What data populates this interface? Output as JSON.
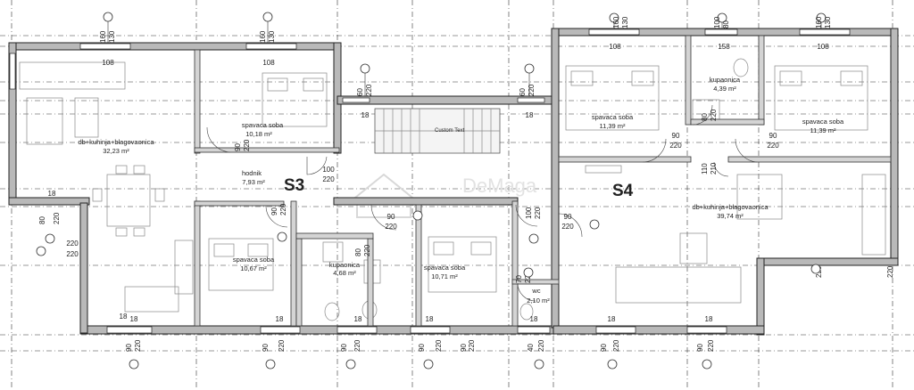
{
  "units": {
    "s3": "S3",
    "s4": "S4"
  },
  "watermark": "DeMaga",
  "stair_note": "Custom Text",
  "rooms": {
    "s3_living": {
      "name": "db+kuhinja+blagovaonica",
      "area": "32,23 m²"
    },
    "s3_bed1": {
      "name": "spavaca soba",
      "area": "10,18 m²"
    },
    "s3_hall": {
      "name": "hodnik",
      "area": "7,93 m²"
    },
    "s3_bed2": {
      "name": "spavaca soba",
      "area": "10,67 m²"
    },
    "s3_bath": {
      "name": "kupaonica",
      "area": "4,68 m²"
    },
    "s3_bed3": {
      "name": "spavaca soba",
      "area": "10,71 m²"
    },
    "s4_wc": {
      "name": "wc",
      "area": "2,10 m²"
    },
    "s4_bed1": {
      "name": "spavaca soba",
      "area": "11,39 m²"
    },
    "s4_bath": {
      "name": "kupaonica",
      "area": "4,39 m²"
    },
    "s4_bed2": {
      "name": "spavaca soba",
      "area": "11,39 m²"
    },
    "s4_living": {
      "name": "db+kuhinja+blagovaonica",
      "area": "39,74 m²"
    }
  },
  "dims": {
    "top_win1_a": "160",
    "top_win1_b": "130",
    "top_win1_w": "108",
    "top_win2_a": "160",
    "top_win2_b": "130",
    "top_win2_w": "108",
    "stair_l_a": "60",
    "stair_l_b": "220",
    "stair_l_w": "18",
    "stair_r_a": "60",
    "stair_r_b": "220",
    "stair_r_w": "18",
    "top_win3_a": "160",
    "top_win3_b": "130",
    "top_win3_w": "108",
    "top_win4_a": "100",
    "top_win4_b": "80",
    "top_win4_w": "158",
    "top_win5_a": "160",
    "top_win5_b": "130",
    "top_win5_w": "108",
    "d_bed1_a": "90",
    "d_bed1_b": "220",
    "d_entry_a": "100",
    "d_entry_b": "220",
    "d_s4b1_a": "90",
    "d_s4b1_b": "220",
    "d_s4bath_a": "80",
    "d_s4bath_b": "220",
    "d_s4b2_a": "90",
    "d_s4b2_b": "220",
    "d_s4entry_a": "110",
    "d_s4entry_b": "210",
    "d_s3hall_a": "90",
    "d_s3hall_b": "220",
    "d_bed2_a": "90",
    "d_bed2_b": "220",
    "d_bath_a": "80",
    "d_bath_b": "220",
    "d_bed3_a": "90",
    "d_bed3_b": "220",
    "d_s4h_a": "100",
    "d_s4h_b": "220",
    "d_s4liv_a": "90",
    "d_s4liv_b": "220",
    "d_wc_a": "70",
    "d_wc_b": "220",
    "left_w": "18",
    "left_a": "80",
    "left_b": "220",
    "left_c": "220",
    "left_d": "220",
    "right_d": "220",
    "right_e": "220",
    "bot_w1": "18",
    "bot_w2": "18",
    "bot_w3": "18",
    "bot_w4": "18",
    "bot_w5": "18",
    "bot_w6": "18",
    "bot_w7": "18",
    "bot_w8": "18",
    "bot1_a": "90",
    "bot1_b": "220",
    "bot2_a": "90",
    "bot2_b": "220",
    "bot3_a": "90",
    "bot3_b": "220",
    "bot4_a": "90",
    "bot4_b": "220",
    "bot5_a": "90",
    "bot5_b": "220",
    "bot6_a": "40",
    "bot6_b": "220",
    "bot7_a": "90",
    "bot7_b": "220",
    "bot8_a": "90",
    "bot8_b": "220"
  }
}
